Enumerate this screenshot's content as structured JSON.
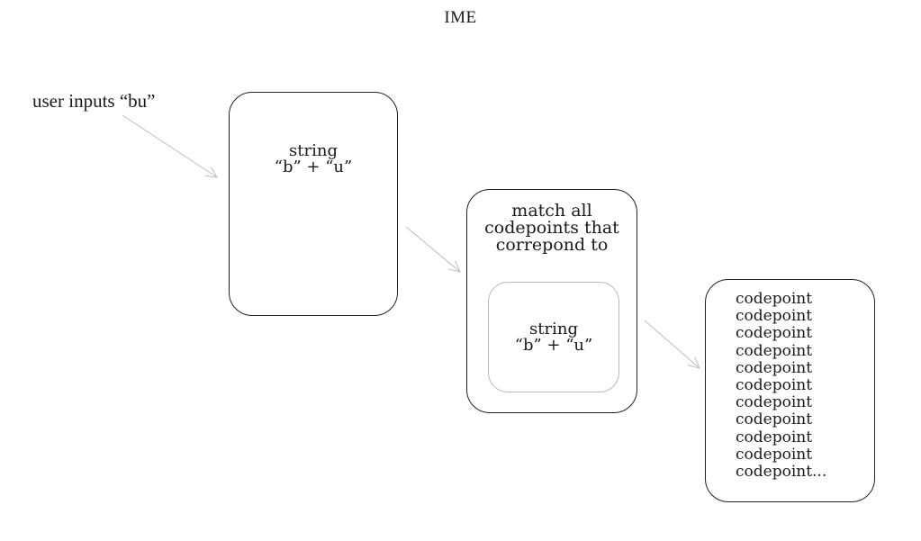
{
  "title": "IME",
  "caption": "user inputs “bu”",
  "input_box": {
    "word": "string",
    "expr": "“b” + “u”"
  },
  "match_box": {
    "lines": [
      "match all",
      "codepoints that",
      "correpond to"
    ],
    "inner": {
      "word": "string",
      "expr": "“b” + “u”"
    }
  },
  "output_box": {
    "items": [
      "codepoint",
      "codepoint",
      "codepoint",
      "codepoint",
      "codepoint",
      "codepoint",
      "codepoint",
      "codepoint",
      "codepoint",
      "codepoint",
      "codepoint..."
    ]
  },
  "colors": {
    "box_border": "#222222",
    "inner_border": "#b8b8b8",
    "arrow": "#bdbdbd"
  }
}
